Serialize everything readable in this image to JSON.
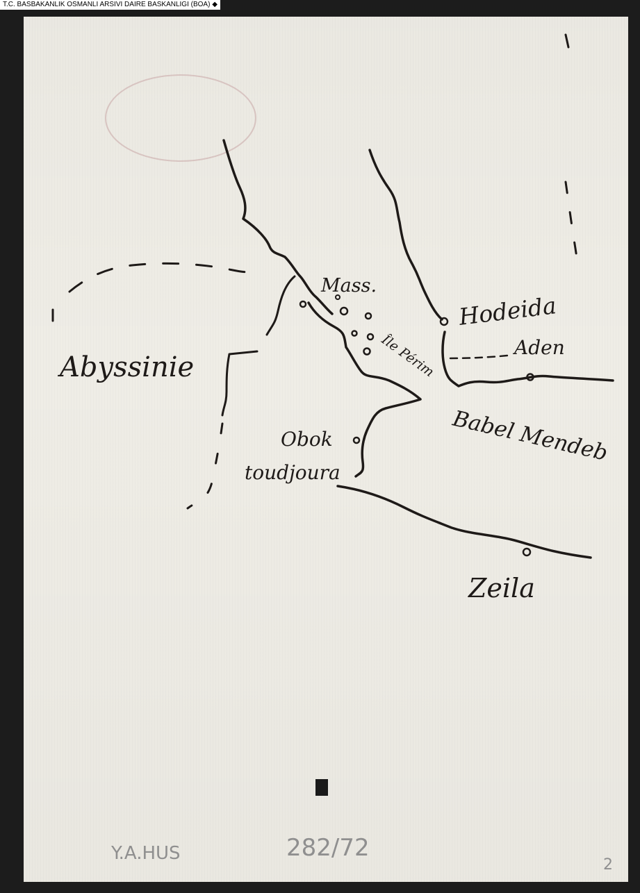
{
  "archive_header": "T.C. BASBAKANLIK OSMANLI ARSIVI DAIRE BASKANLIGI (BOA)",
  "map": {
    "labels": {
      "abyssinie": "Abyssinie",
      "mass": "Mass.",
      "hodeida": "Hodeida",
      "aden": "Aden",
      "perim": "Île Périm",
      "babel_mendeb": "Babel Mendeb",
      "obok": "Obok",
      "toudjoura": "toudjoura",
      "zeila": "Zeila"
    }
  },
  "footer": {
    "catalog_code": "Y.A.HUS",
    "folio_number": "282/72",
    "page_mark": "2"
  },
  "colors": {
    "ink": "#1e1a18",
    "paper": "#efede6",
    "pencil": "#8f8f8f",
    "stamp": "#c9a5a5",
    "background": "#1c1c1c"
  }
}
